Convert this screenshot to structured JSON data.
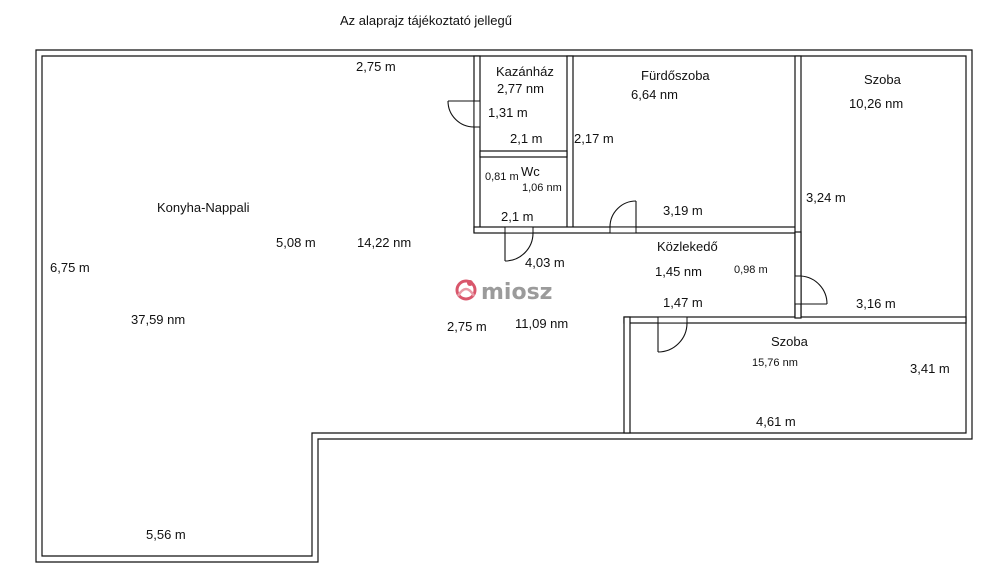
{
  "header": {
    "note": "Az alaprajz tájékoztató jellegű"
  },
  "watermark": {
    "text": "miosz",
    "accent": "#d9566b",
    "text_color": "#9b9b9b"
  },
  "rooms": [
    {
      "name": "Konyha-Nappali",
      "area": "37,59 nm"
    },
    {
      "name": "",
      "area": "14,22 nm"
    },
    {
      "name": "",
      "area": "11,09 nm"
    },
    {
      "name": "Kazánház",
      "area": "2,77 nm"
    },
    {
      "name": "Fürdőszoba",
      "area": "6,64 nm"
    },
    {
      "name": "Szoba",
      "area": "10,26 nm"
    },
    {
      "name": "Wc",
      "area": "1,06 nm"
    },
    {
      "name": "Közlekedő",
      "area": "1,45 nm"
    },
    {
      "name": "Szoba",
      "area": "15,76 nm"
    }
  ],
  "dimensions": {
    "top_living": "2,75 m",
    "living_left": "6,75 m",
    "living_bottom": "5,56 m",
    "living_mid": "5,08 m",
    "living_center": "2,75 m",
    "kazan_left": "1,31 m",
    "kazan_bottom": "2,1 m",
    "bath_left": "2,17 m",
    "bath_bottom": "3,19 m",
    "wc_left": "0,81 m",
    "wc_bottom": "2,1 m",
    "hall_top": "4,03 m",
    "hall_right": "0,98 m",
    "hall_bottom": "1,47 m",
    "szoba1_left": "3,24 m",
    "szoba1_bottom": "3,16 m",
    "szoba2_right": "3,41 m",
    "szoba2_bottom": "4,61 m"
  }
}
